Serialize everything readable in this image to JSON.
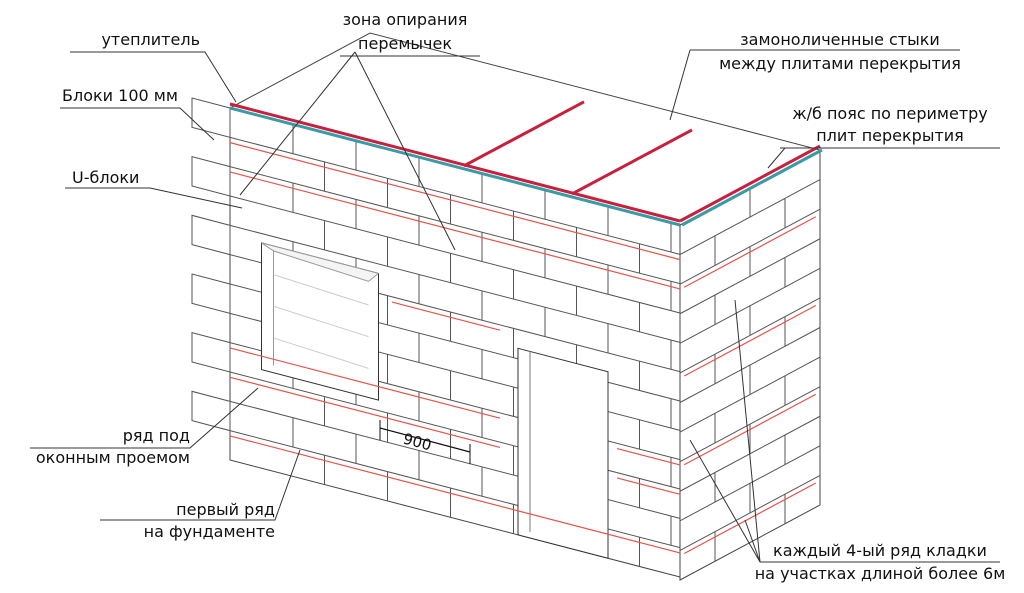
{
  "labels": {
    "insulation": "утеплитель",
    "blocks_100": "Блоки 100 мм",
    "u_blocks": "U-блоки",
    "lintel_zone_1": "зона опирания",
    "lintel_zone_2": "перемычек",
    "monolithic_joints_1": "замоноличенные стыки",
    "monolithic_joints_2": "между плитами перекрытия",
    "rc_belt_1": "ж/б пояс по периметру",
    "rc_belt_2": "плит перекрытия",
    "under_window_1": "ряд под",
    "under_window_2": "оконным проемом",
    "first_row_1": "первый ряд",
    "first_row_2": "на фундаменте",
    "every_4th_1": "каждый 4-ый ряд кладки",
    "every_4th_2": "на участках длиной более 6м",
    "dimension": "900"
  },
  "colors": {
    "reinforcement": "#e8534a",
    "belt": "#c8203c",
    "insulation": "#3a9aa6",
    "line": "#333333"
  }
}
